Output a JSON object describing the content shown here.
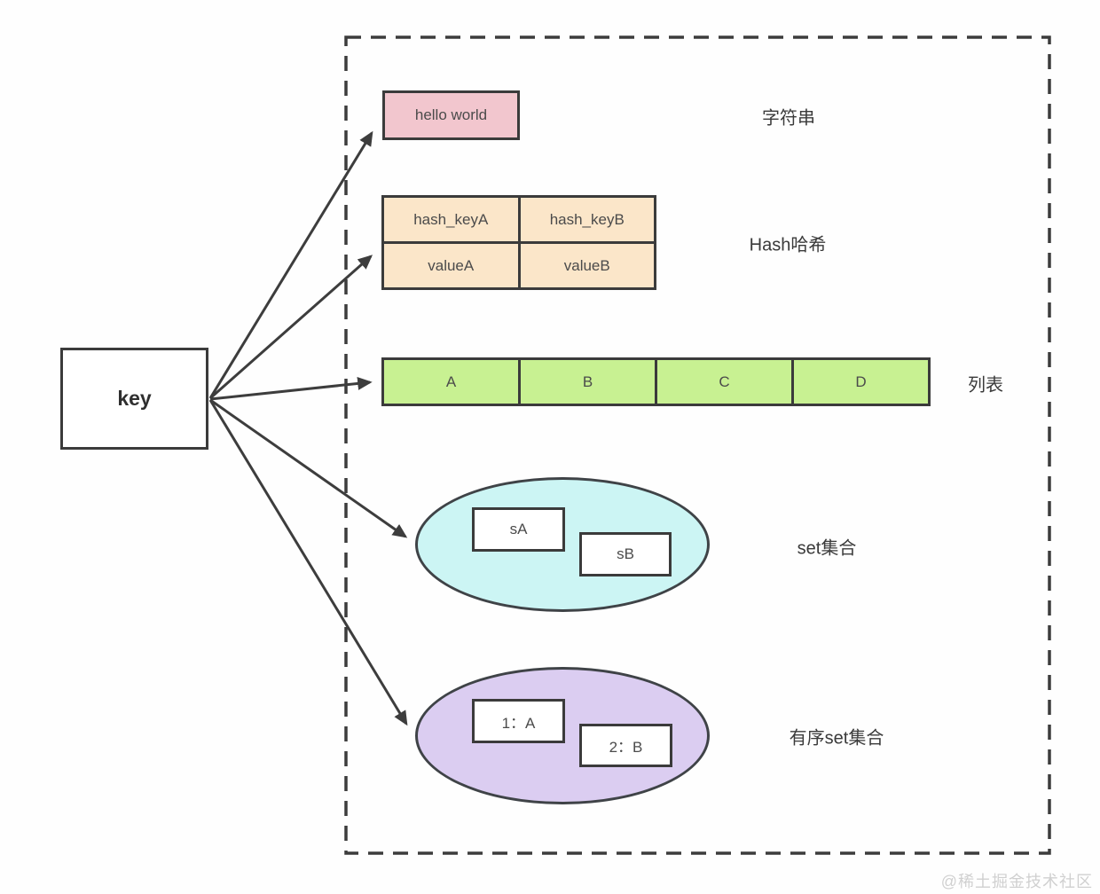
{
  "key_box": {
    "label": "key"
  },
  "string": {
    "value": "hello world",
    "label": "字符串",
    "color": "#f2c6ce"
  },
  "hash": {
    "label": "Hash哈希",
    "color": "#fbe6c9",
    "rows": [
      [
        "hash_keyA",
        "hash_keyB"
      ],
      [
        "valueA",
        "valueB"
      ]
    ]
  },
  "list": {
    "label": "列表",
    "color": "#c8f192",
    "items": [
      "A",
      "B",
      "C",
      "D"
    ]
  },
  "set": {
    "label": "set集合",
    "color": "#ccf5f4",
    "items": [
      "sA",
      "sB"
    ]
  },
  "zset": {
    "label": "有序set集合",
    "color": "#dbcdf1",
    "items": [
      "1：A",
      "2：B"
    ]
  },
  "watermark": "@稀土掘金技术社区",
  "colors": {
    "outline": "#3b3b3b",
    "arrow": "#3d3d3d",
    "dashed_border": "#3c3c3c",
    "text": "#4b4b4b",
    "watermark": "#d0d0d0"
  }
}
